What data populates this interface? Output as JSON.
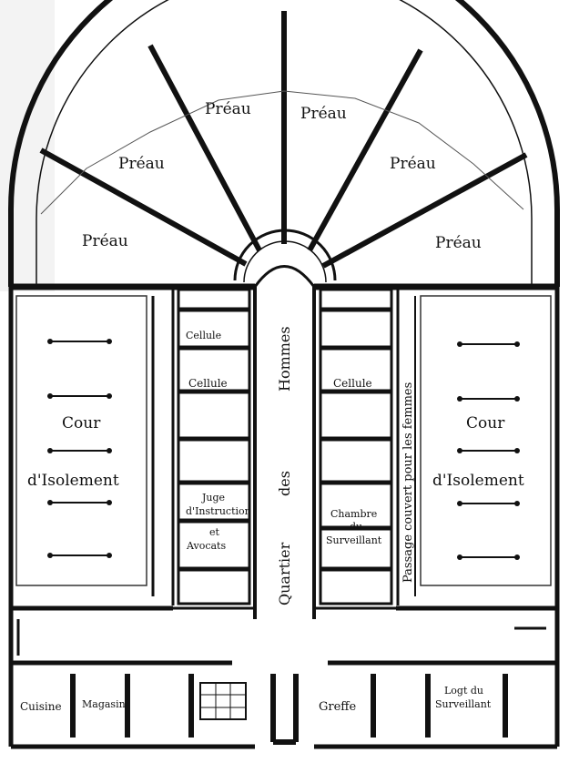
{
  "preau_labels": [
    "Préau",
    "Préau",
    "Préau",
    "Préau",
    "Préau",
    "Préau"
  ],
  "cour_left": {
    "line1": "Cour",
    "line2": "d'Isolement"
  },
  "cour_right": {
    "line1": "Cour",
    "line2": "d'Isolement"
  },
  "corridor_label": {
    "part1": "Quartier",
    "part2": "des",
    "part3": "Hommes"
  },
  "passage_label": "Passage couvert pour les femmes",
  "cells": {
    "left_top": "Cellule",
    "left_cellule": "Cellule",
    "left_juge_line1": "Juge",
    "left_juge_line2": "d'Instruction",
    "left_juge_line3": "et",
    "left_juge_line4": "Avocats",
    "right_cellule": "Cellule",
    "right_chambre_line1": "Chambre",
    "right_chambre_line2": "du",
    "right_chambre_line3": "Surveillant"
  },
  "bottom": {
    "cuisine": "Cuisine",
    "magasin": "Magasin",
    "greffe": "Greffe",
    "logement_line1": "Logt du",
    "logement_line2": "Surveillant"
  }
}
